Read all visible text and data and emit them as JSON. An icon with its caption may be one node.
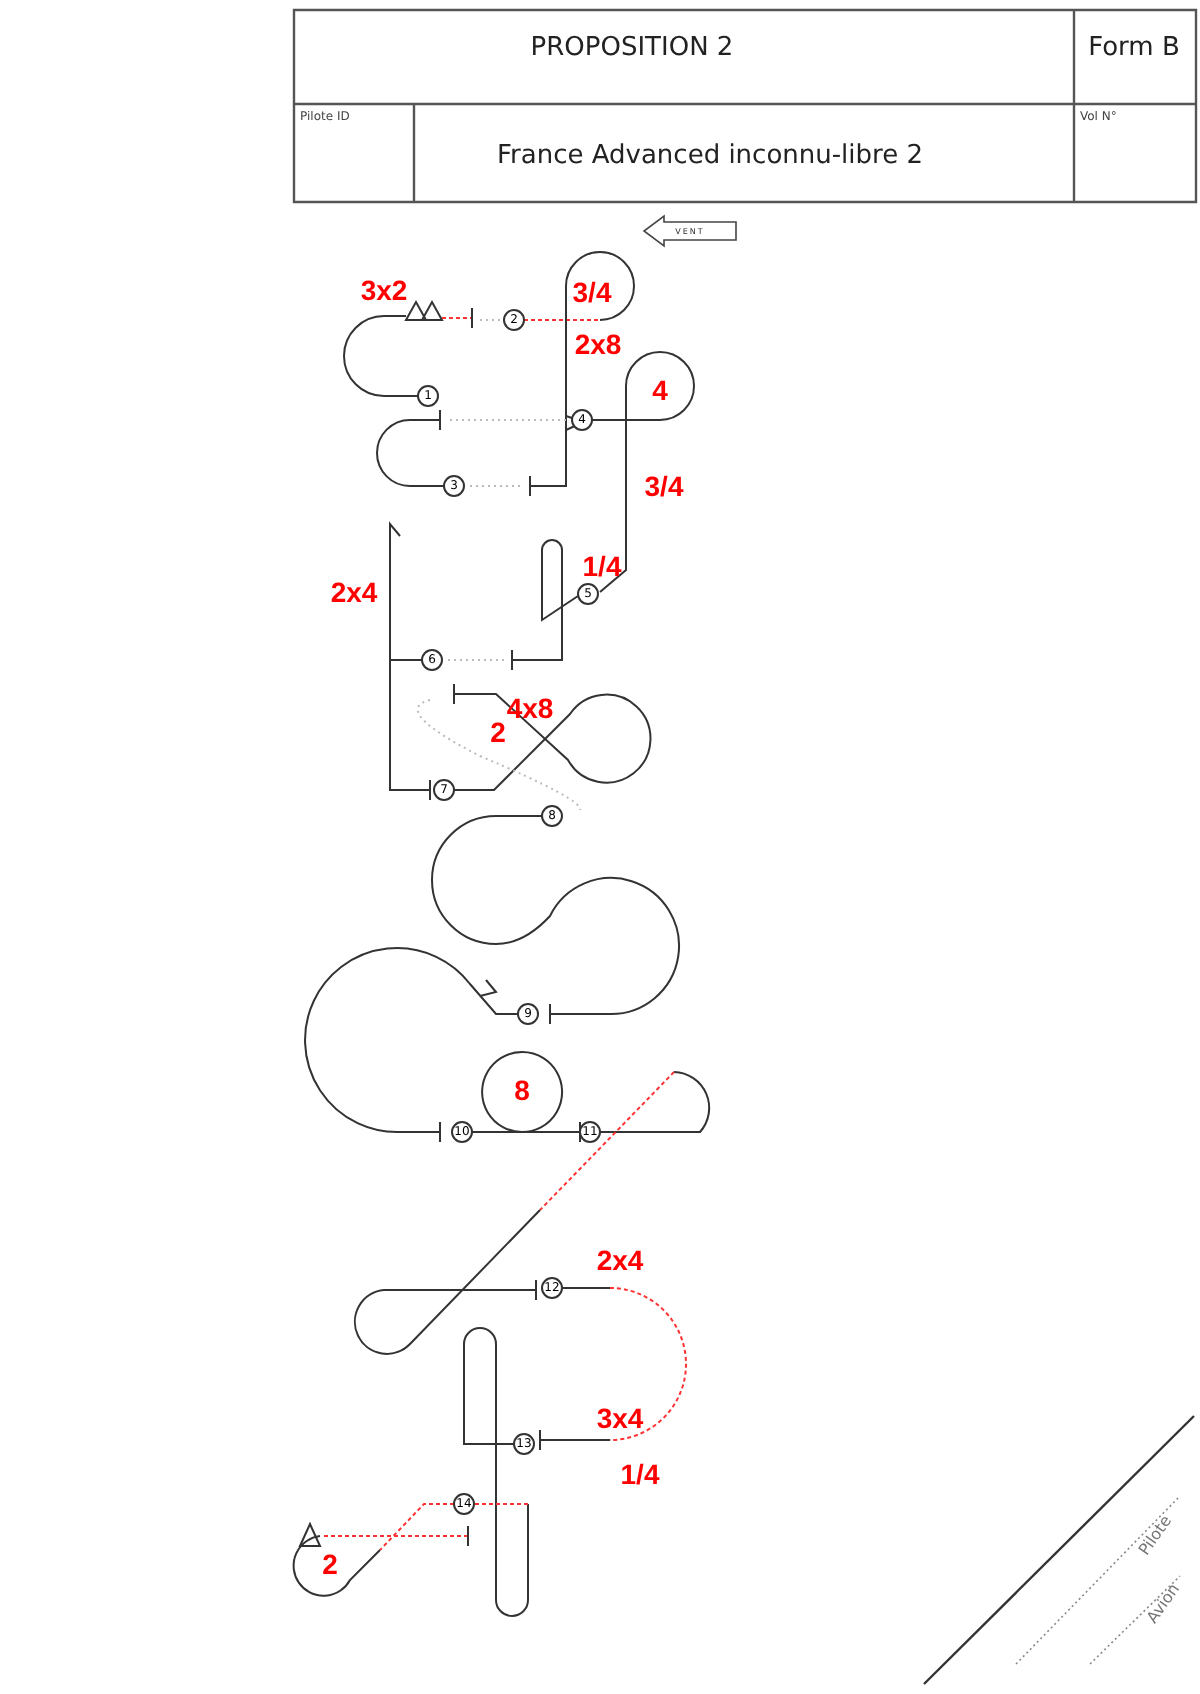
{
  "diagram": {
    "labels": [
      "PROPOSITION 2",
      "Form B",
      "Pilote ID",
      "France Advanced inconnu-libre 2",
      "Vol N°",
      "VENT",
      "3x2",
      "3/4",
      "2",
      "2x8",
      "1",
      "4",
      "4",
      "3/4",
      "3",
      "1/4",
      "5",
      "2x4",
      "6",
      "4x8",
      "2",
      "7",
      "8",
      "9",
      "8",
      "10",
      "11",
      "2x4",
      "12",
      "3x4",
      "13",
      "1/4",
      "14",
      "2",
      "Pilote",
      "Avion"
    ]
  }
}
